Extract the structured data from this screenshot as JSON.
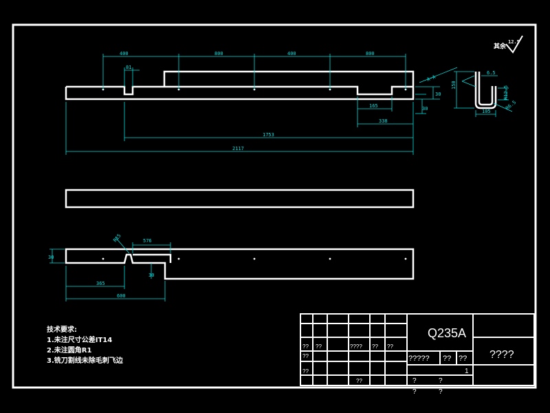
{
  "colors": {
    "background": "#000000",
    "outline": "#ffffff",
    "dimension": "#00e0e0"
  },
  "top_view": {
    "dims_top": [
      "400",
      "800",
      "400",
      "800"
    ],
    "dim_small": "81",
    "dim_left_height": "30",
    "dim_165": "165",
    "dim_338": "338",
    "dim_1753": "1753",
    "dim_2117": "2117",
    "dim_30b": "30"
  },
  "section": {
    "dim_height": "150",
    "dim_width": "105",
    "dim_thick": "6.5",
    "dim_r": "R12.5",
    "dim_angle": "R6.5",
    "section_mark": "A-A"
  },
  "roughness": {
    "label": "其余",
    "value": "12.5"
  },
  "bottom_view": {
    "dim_height": "30",
    "dim_chamfer": "R15",
    "dim_576": "576",
    "dim_30": "30",
    "dim_365": "365",
    "dim_600": "600"
  },
  "tech_notes": {
    "title": "技术要求:",
    "items": [
      "1.未注尺寸公差IT14",
      "2.未注圆角R1",
      "3.铣刀割线未除毛刺飞边"
    ]
  },
  "title_block": {
    "material": "Q235A",
    "drawing_name": "????",
    "scale_label": "?????",
    "cell_a": "??",
    "cell_b": "??",
    "cell_c": "1",
    "sheet_q1": "?",
    "sheet_q2": "?",
    "sheet_q3": "?",
    "sheet_q4": "?",
    "rows_labels": [
      "??",
      "??",
      "????",
      "??",
      "??",
      "??",
      "??",
      "??"
    ]
  }
}
